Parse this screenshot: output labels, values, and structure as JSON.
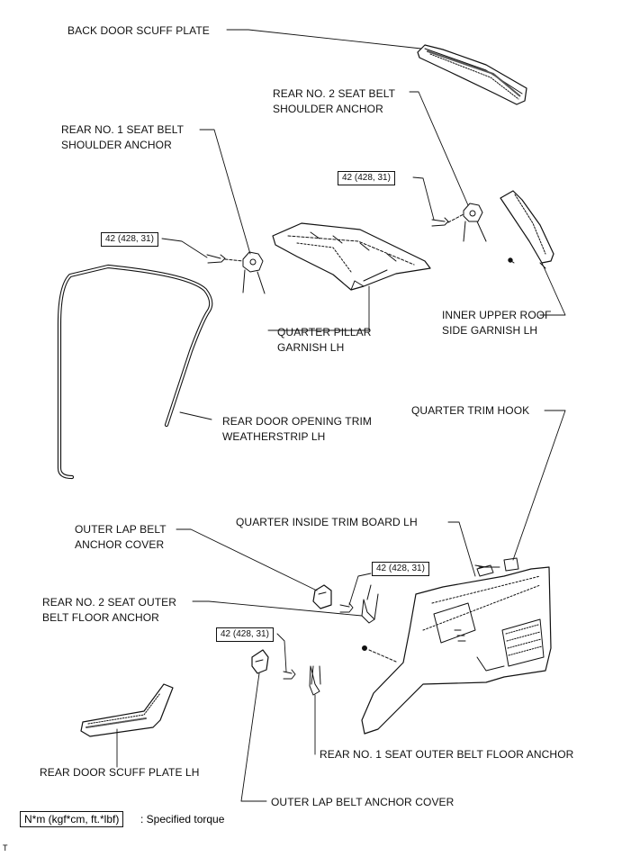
{
  "labels": {
    "back_door_scuff_plate": "BACK DOOR SCUFF PLATE",
    "rear_no2_seat_belt_shoulder_anchor": [
      "REAR NO. 2 SEAT BELT",
      "SHOULDER ANCHOR"
    ],
    "rear_no1_seat_belt_shoulder_anchor": [
      "REAR NO. 1 SEAT BELT",
      "SHOULDER ANCHOR"
    ],
    "quarter_pillar_garnish_lh": [
      "QUARTER PILLAR",
      "GARNISH LH"
    ],
    "inner_upper_roof_side_garnish_lh": [
      "INNER UPPER ROOF",
      "SIDE GARNISH LH"
    ],
    "rear_door_opening_trim_weatherstrip_lh": [
      "REAR DOOR OPENING TRIM",
      "WEATHERSTRIP LH"
    ],
    "quarter_trim_hook": "QUARTER TRIM HOOK",
    "quarter_inside_trim_board_lh": "QUARTER INSIDE TRIM BOARD LH",
    "outer_lap_belt_anchor_cover_upper": [
      "OUTER LAP BELT",
      "ANCHOR COVER"
    ],
    "rear_no2_seat_outer_belt_floor_anchor": [
      "REAR NO. 2 SEAT OUTER",
      "BELT FLOOR ANCHOR"
    ],
    "rear_no1_seat_outer_belt_floor_anchor": "REAR NO. 1 SEAT OUTER BELT FLOOR ANCHOR",
    "rear_door_scuff_plate_lh": "REAR DOOR SCUFF PLATE LH",
    "outer_lap_belt_anchor_cover_lower": "OUTER LAP BELT ANCHOR COVER"
  },
  "torque": {
    "t1": "42 (428, 31)",
    "t2": "42 (428, 31)",
    "t3": "42 (428, 31)",
    "t4": "42 (428, 31)"
  },
  "legend": {
    "box": "N*m (kgf*cm, ft.*lbf)",
    "text": ": Specified torque"
  },
  "corner_mark": "T",
  "colors": {
    "line": "#111111",
    "background": "#ffffff"
  }
}
